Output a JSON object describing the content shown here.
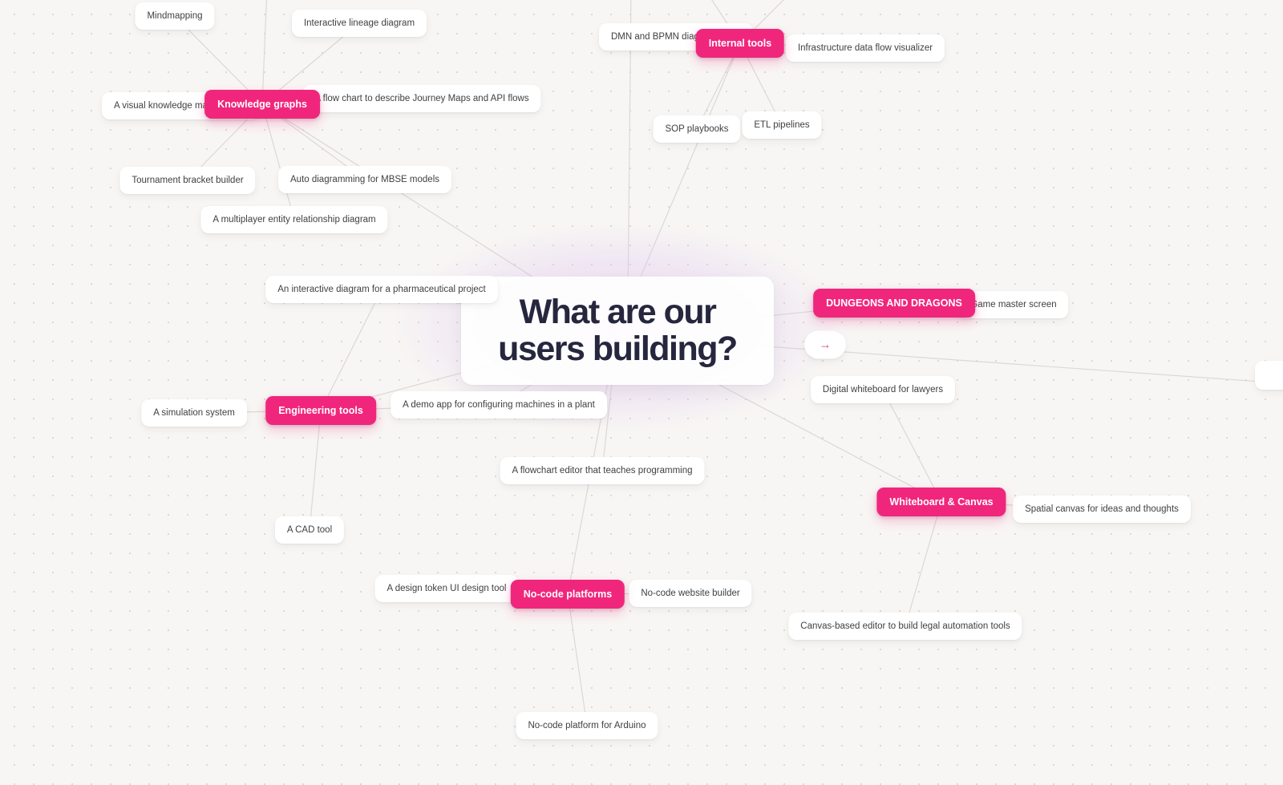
{
  "canvas": {
    "background": "#f8f6f4",
    "dot_color": "#dcd8d3",
    "edge_color": "#dbd8d4",
    "accent_pink": "#f0267c"
  },
  "title": {
    "line1": "What are our",
    "line2": "users building?"
  },
  "icons": {
    "arrow_right": "→"
  },
  "categories": [
    {
      "id": "knowledge-graphs",
      "label": "Knowledge graphs"
    },
    {
      "id": "internal-tools",
      "label": "Internal tools"
    },
    {
      "id": "dungeons-and-dragons",
      "label": "DUNGEONS AND DRAGONS"
    },
    {
      "id": "engineering-tools",
      "label": "Engineering tools"
    },
    {
      "id": "whiteboard-canvas",
      "label": "Whiteboard & Canvas"
    },
    {
      "id": "no-code-platforms",
      "label": "No-code platforms"
    }
  ],
  "leaves": [
    {
      "id": "mindmapping",
      "label": "Mindmapping"
    },
    {
      "id": "interactive-lineage",
      "label": "Interactive lineage diagram"
    },
    {
      "id": "dmn-bpmn",
      "label": "DMN and BPMN diagram editor"
    },
    {
      "id": "infrastructure-visualizer",
      "label": "Infrastructure data flow visualizer"
    },
    {
      "id": "visual-knowledge",
      "label": "A visual knowledge management"
    },
    {
      "id": "flow-chart-journey",
      "label": "A flow chart to describe Journey Maps and API flows"
    },
    {
      "id": "sop-playbooks",
      "label": "SOP playbooks"
    },
    {
      "id": "etl-pipelines",
      "label": "ETL pipelines"
    },
    {
      "id": "tournament-bracket",
      "label": "Tournament bracket builder"
    },
    {
      "id": "mbse-models",
      "label": "Auto diagramming for MBSE models"
    },
    {
      "id": "multiplayer-erd",
      "label": "A multiplayer entity relationship diagram"
    },
    {
      "id": "pharma-project",
      "label": "An interactive diagram for a pharmaceutical project"
    },
    {
      "id": "game-master",
      "label": "Game master screen"
    },
    {
      "id": "digital-whiteboard-lawyers",
      "label": "Digital whiteboard for lawyers"
    },
    {
      "id": "simulation-system",
      "label": "A simulation system"
    },
    {
      "id": "demo-app-plant",
      "label": "A demo app for configuring machines in a plant"
    },
    {
      "id": "flowchart-teaches",
      "label": "A flowchart editor that teaches programming"
    },
    {
      "id": "spatial-canvas",
      "label": "Spatial canvas for ideas and thoughts"
    },
    {
      "id": "cad-tool",
      "label": "A CAD tool"
    },
    {
      "id": "design-token",
      "label": "A design token UI design tool"
    },
    {
      "id": "no-code-website",
      "label": "No-code website builder"
    },
    {
      "id": "canvas-legal",
      "label": "Canvas-based editor to build legal automation tools"
    },
    {
      "id": "arduino",
      "label": "No-code platform for Arduino"
    }
  ]
}
